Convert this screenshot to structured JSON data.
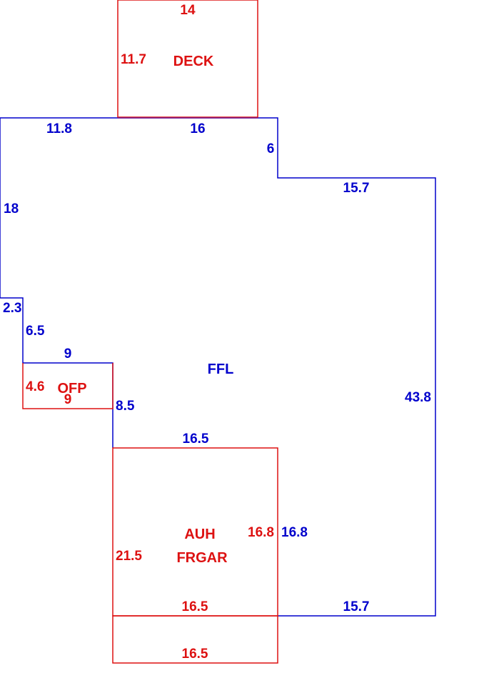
{
  "colors": {
    "main": "#0000cc",
    "addition": "#dd1111"
  },
  "deck": {
    "name": "DECK",
    "top": "14",
    "side": "11.7"
  },
  "main_building": {
    "name": "FFL",
    "top_left": "11.8",
    "top_mid": "16",
    "step_right": "6",
    "top_right": "15.7",
    "left": "18",
    "notch_a": "2.3",
    "notch_b": "6.5",
    "opp_top": "9",
    "opp_side": "8.5",
    "right": "43.8",
    "garage_top": "16.5",
    "garage_right": "16.8",
    "bottom_right": "15.7"
  },
  "ofp": {
    "name": "OFP",
    "side": "4.6",
    "bottom": "9"
  },
  "garage": {
    "name_line1": "AUH",
    "name_line2": "FRGAR",
    "side": "21.5",
    "right": "16.8",
    "bottom": "16.5"
  },
  "lower_addition": {
    "bottom": "16.5"
  }
}
